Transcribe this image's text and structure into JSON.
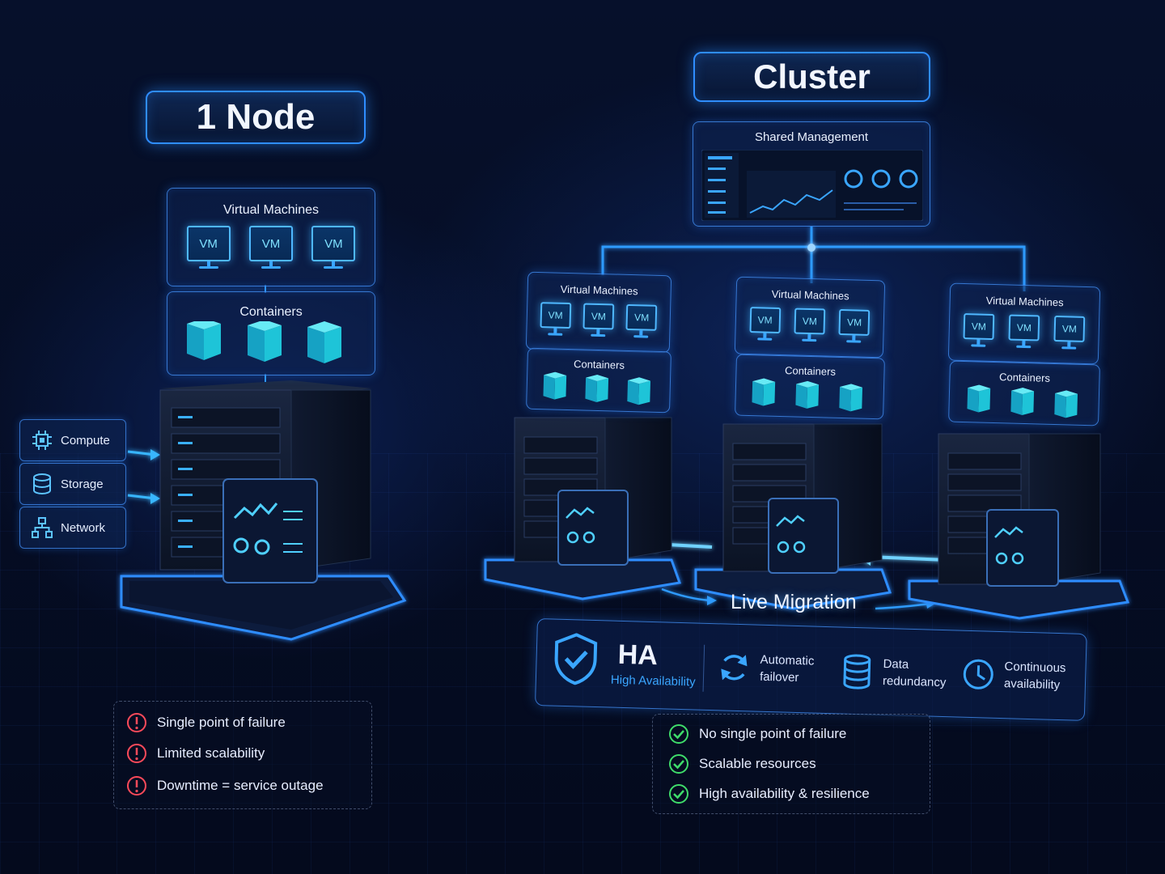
{
  "single_node": {
    "title": "1 Node",
    "vm_panel_title": "Virtual Machines",
    "containers_panel_title": "Containers",
    "vm_labels": [
      "VM",
      "VM",
      "VM"
    ],
    "resources": [
      "Compute",
      "Storage",
      "Network"
    ],
    "drawbacks": [
      "Single point of failure",
      "Limited scalability",
      "Downtime = service outage"
    ]
  },
  "cluster": {
    "title": "Cluster",
    "management_title": "Shared Management",
    "nodes": [
      {
        "vm_title": "Virtual Machines",
        "containers_title": "Containers",
        "vms": [
          "VM",
          "VM",
          "VM"
        ]
      },
      {
        "vm_title": "Virtual Machines",
        "containers_title": "Containers",
        "vms": [
          "VM",
          "VM",
          "VM"
        ]
      },
      {
        "vm_title": "Virtual Machines",
        "containers_title": "Containers",
        "vms": [
          "VM",
          "VM",
          "VM"
        ]
      }
    ],
    "live_migration_label": "Live Migration",
    "ha": {
      "title": "HA",
      "subtitle": "High Availability",
      "features": [
        {
          "line1": "Automatic",
          "line2": "failover",
          "icon": "refresh-icon"
        },
        {
          "line1": "Data",
          "line2": "redundancy",
          "icon": "database-icon"
        },
        {
          "line1": "Continuous",
          "line2": "availability",
          "icon": "clock-icon"
        }
      ]
    },
    "benefits": [
      "No single point of failure",
      "Scalable resources",
      "High availability & resilience"
    ]
  },
  "colors": {
    "accent": "#2f8dff",
    "cyan": "#4fe0f0",
    "warning": "#ff4a5a",
    "success": "#3fdc6a",
    "background": "#050c22"
  }
}
